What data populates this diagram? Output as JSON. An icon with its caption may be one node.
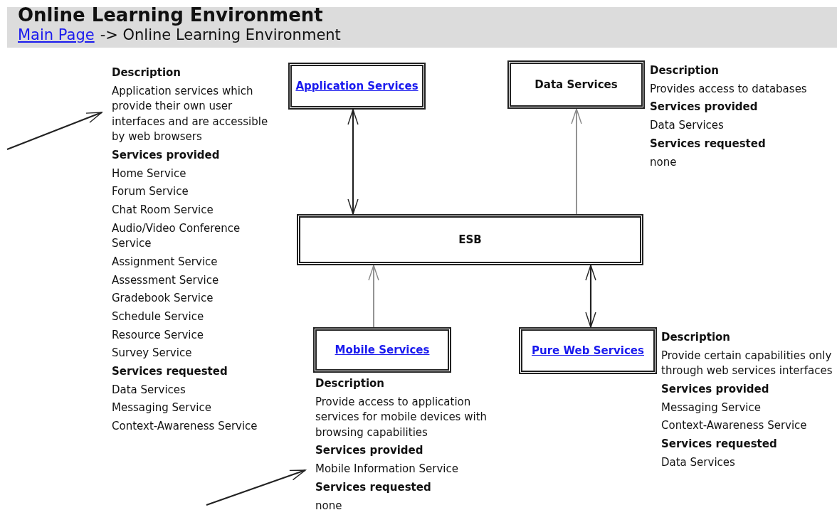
{
  "diagram": {
    "title": "Online Learning Environment",
    "nodes": [
      {
        "text": [
          "Application Services"
        ]
      },
      {
        "text": [
          "Data Services"
        ]
      },
      {
        "text": [
          "ESB"
        ]
      },
      {
        "text": [
          "Mobile Services"
        ]
      },
      {
        "text": [
          "Pure Web Services"
        ]
      },
      {
        "text": [
          "Description",
          "Application services which provide their own user interfaces and are accessible by web browsers",
          "Services provided",
          "Home Service",
          "Forum Service",
          "Chat Room Service",
          "Audio/Video Conference Service",
          "Assignment Service",
          "Assessment Service",
          "Gradebook Service",
          "Schedule Service",
          "Resource Service",
          "Survey Service",
          "Services requested",
          "Data Services",
          "Messaging Service",
          "Context-Awareness Service"
        ]
      },
      {
        "text": [
          "Description",
          "Provides access to databases",
          "Services provided",
          "Data Services",
          "Services requested",
          "none"
        ]
      },
      {
        "text": [
          "Description",
          "Provide access to application services for mobile devices with browsing capabilities",
          "Services provided",
          "Mobile Information Service",
          "Services requested",
          "none"
        ]
      },
      {
        "text": [
          "Description",
          "Provide certain capabilities only through web services interfaces",
          "Services provided",
          "Messaging Service",
          "Context-Awareness Service",
          "Services requested",
          "Data Services"
        ]
      }
    ],
    "edges": [
      {
        "from": 0,
        "to": 2,
        "arrow": "both"
      },
      {
        "from": 2,
        "to": 1,
        "arrow": "to",
        "color": "#888888"
      },
      {
        "from": 3,
        "to": 2,
        "arrow": "to",
        "color": "#888888"
      },
      {
        "from": 2,
        "to": 4,
        "arrow": "both"
      },
      {
        "from": null,
        "to": 5,
        "arrow": "to"
      },
      {
        "from": null,
        "to": 7,
        "arrow": "to"
      }
    ],
    "labels": [
      "Main Page",
      "-> Online Learning Environment"
    ]
  }
}
